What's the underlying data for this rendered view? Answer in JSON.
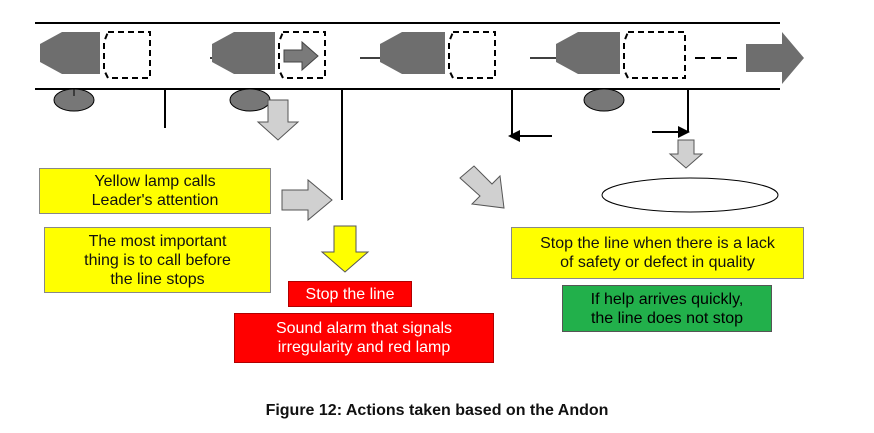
{
  "labels": {
    "yellow_lamp": [
      "Yellow lamp calls",
      "Leader's attention"
    ],
    "important": [
      "The most important",
      "thing is to call before",
      "the line stops"
    ],
    "stop_line": "Stop the line",
    "sound_alarm": [
      "Sound alarm that signals",
      "irregularity and red lamp"
    ],
    "stop_lack": [
      "Stop the line when there is a lack",
      "of safety or defect in quality"
    ],
    "help_arrives": [
      "If help arrives quickly,",
      "the line does not stop"
    ]
  },
  "caption": "Figure 12: Actions taken based on the Andon",
  "colors": {
    "yellow": "#ffff00",
    "red": "#ff0000",
    "green": "#22b04b",
    "gray": "#808080",
    "black": "#000000"
  }
}
